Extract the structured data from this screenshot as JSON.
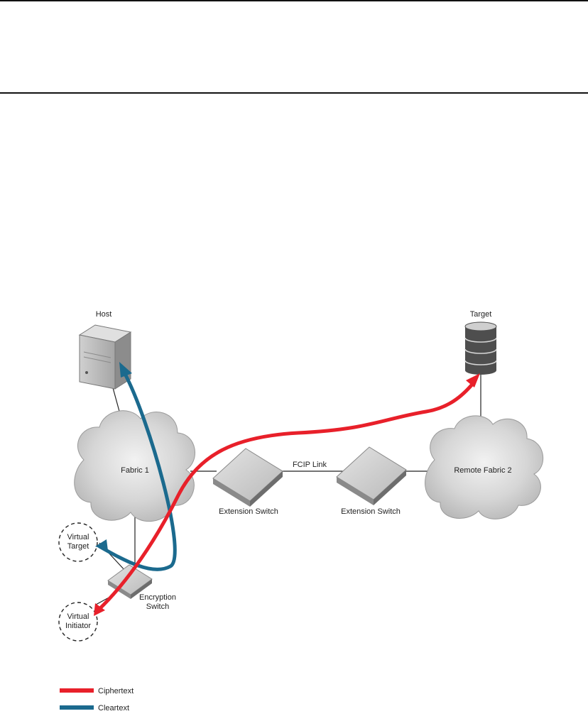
{
  "labels": {
    "host": "Host",
    "target": "Target",
    "fabric1": "Fabric 1",
    "remote_fabric2": "Remote Fabric 2",
    "fcip_link": "FCIP Link",
    "extension_switch_left": "Extension Switch",
    "extension_switch_right": "Extension Switch",
    "virtual_target_line1": "Virtual",
    "virtual_target_line2": "Target",
    "virtual_initiator_line1": "Virtual",
    "virtual_initiator_line2": "Initiator",
    "encryption_switch_line1": "Encryption",
    "encryption_switch_line2": "Switch"
  },
  "legend": [
    {
      "label": "Ciphertext",
      "color": "#e8202a"
    },
    {
      "label": "Cleartext",
      "color": "#1b6a8e"
    }
  ],
  "colors": {
    "ciphertext": "#e8202a",
    "cleartext": "#1b6a8e"
  }
}
